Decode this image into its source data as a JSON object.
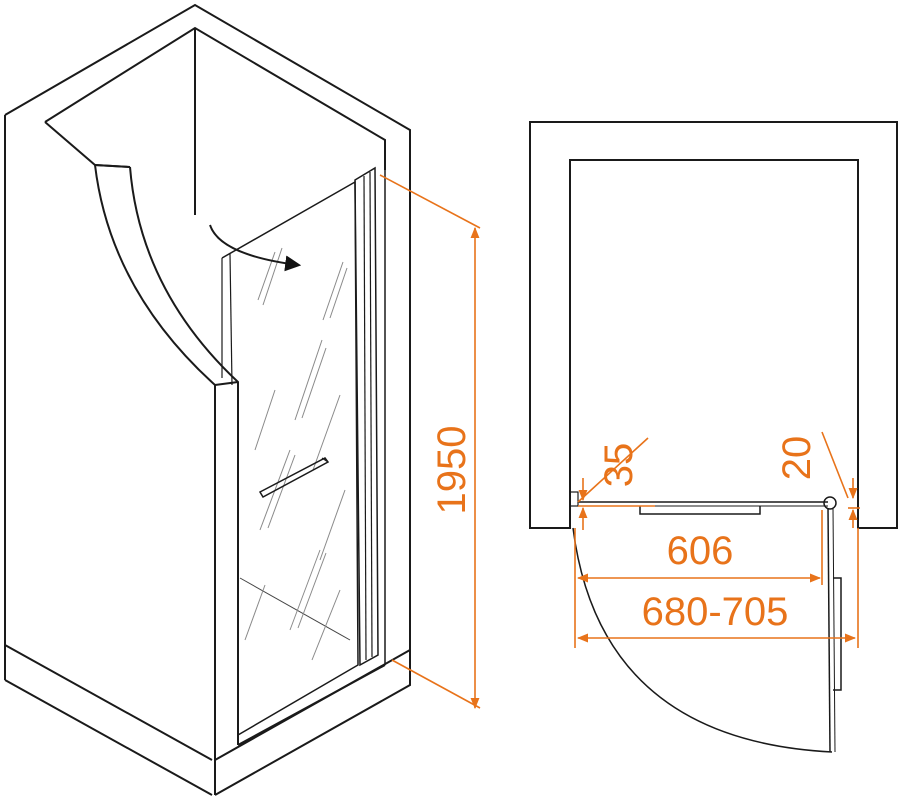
{
  "dimensions": {
    "height": "1950",
    "door_width": "606",
    "opening_range": "680-705",
    "left_profile": "35",
    "right_profile": "20"
  },
  "colors": {
    "dimension": "#e8731a",
    "outline": "#1a1a1a",
    "background": "#ffffff"
  }
}
